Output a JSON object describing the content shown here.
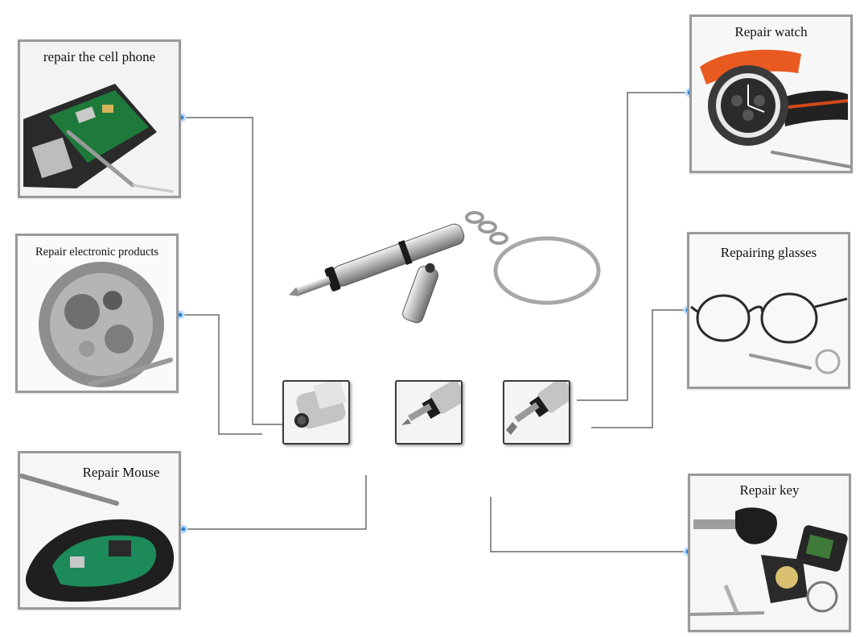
{
  "panels": {
    "cell_phone": {
      "label": "repair the cell phone"
    },
    "electronic": {
      "label": "Repair electronic products"
    },
    "mouse": {
      "label": "Repair Mouse"
    },
    "watch": {
      "label": "Repair watch"
    },
    "glasses": {
      "label": "Repairing glasses"
    },
    "key": {
      "label": "Repair key"
    }
  },
  "tips": [
    "hex-socket",
    "phillips",
    "flat-blade"
  ],
  "colors": {
    "connector": "#6a6a6a",
    "dot": "#2f7fd6",
    "border": "#9a9a9a"
  }
}
